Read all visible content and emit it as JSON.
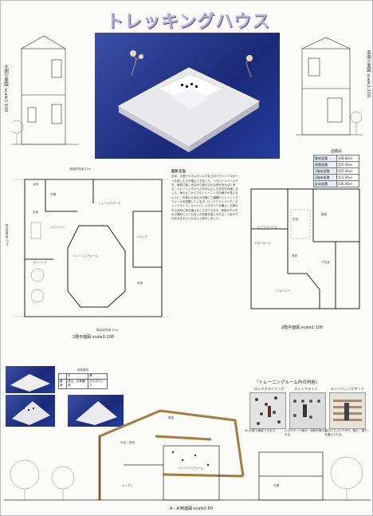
{
  "header": {
    "title": "トレッキングハウス"
  },
  "elevations": {
    "north": "北側立面図 scale1:100",
    "south": "南側立面図 scale1:100"
  },
  "area_table": {
    "heading": "面積表",
    "rows": [
      {
        "label": "敷地面積",
        "value": "148.82㎡"
      },
      {
        "label": "建築面積",
        "value": "125.40㎡"
      },
      {
        "label": "1階床面積",
        "value": "125.40㎡"
      },
      {
        "label": "2階床面積",
        "value": "111.04㎡"
      },
      {
        "label": "延床面積",
        "value": "236.44㎡"
      }
    ]
  },
  "plan1": {
    "top_label": "道路境界線 22m",
    "bottom_label": "隣地境界線 22m",
    "side_label": "隣地境界線 22m",
    "caption": "1階平面図 scale1:100",
    "rooms": [
      "玄関",
      "シューズクローク",
      "パントリー",
      "ダイニング",
      "トレーニングルーム",
      "リビング",
      "和室",
      "浴室",
      "洗面"
    ]
  },
  "plan2": {
    "caption": "2階平面図 scale1:100",
    "rooms": [
      "ロフトスペース",
      "寝室",
      "子供室",
      "クローゼット",
      "書斎",
      "吹抜",
      "バルコニー"
    ]
  },
  "description": {
    "heading": "設計主旨",
    "body": "近年、山登りやボルダリングなどのアウトドアスポーツを楽しむ人が増えてきました。つらいトレーニングを、家族で楽しみながら続けられる家があればと考え、トレーニングルームを中心とした住宅を計画しました。家のどこからでもトレーニングの様子が見えるように、吹抜けのある大空間に三種類のトレーニングウォールを配置しています。ロッククライミング、ストックライン、キャンバシングボードを備え、日常の中で自然に体を鍛えることができます。家族がそれぞれの場所にいても互いの気配を感じられる、つながりのある住まいとなるよう設計しました。"
  },
  "mini_table": {
    "heading": "家族構成",
    "cols": [
      "",
      "夫",
      "妻"
    ],
    "rows": [
      [
        "趣味",
        "登山・天体観測",
        "ボルダリング"
      ]
    ]
  },
  "features": {
    "title": "『トレーニングルーム内の内容』",
    "items": [
      {
        "label": "ロッククライミング",
        "caption": "5mの壁で練習できます。"
      },
      {
        "label": "ストックライン",
        "caption": "ぶら下がって進み、体幹を鍛えられる。"
      },
      {
        "label": "キャンバシングボード",
        "caption": "指だけでぶら下がり、腕力・握力を鍛えられる。"
      }
    ]
  },
  "section": {
    "caption": "A - A'断面図  scale1:50",
    "labels": [
      "寝室",
      "吹抜・書斎",
      "トレーニングルーム",
      "キッチン",
      "玄関"
    ]
  }
}
